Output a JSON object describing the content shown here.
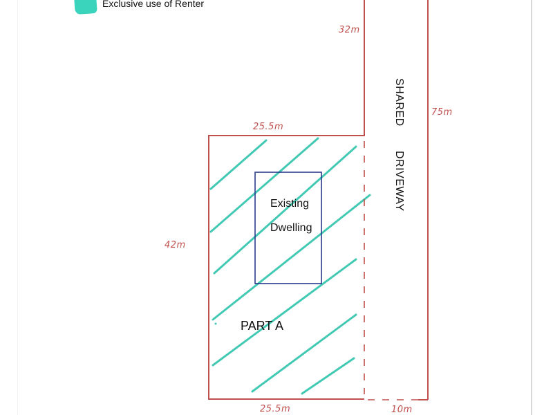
{
  "legend": {
    "swatch_color": "#3ad3bb",
    "label": "Exclusive use of Renter"
  },
  "colors": {
    "boundary": "#c0504d",
    "hatch": "#2ec4ab",
    "dwelling_outline": "#2b3a8c",
    "text": "#111111"
  },
  "dimensions": {
    "driveway_top_left": "32m",
    "driveway_right": "75m",
    "lot_top": "25.5m",
    "lot_left": "42m",
    "lot_bottom": "25.5m",
    "driveway_bottom": "10m"
  },
  "labels": {
    "driveway_line1": "SHARED",
    "driveway_line2": "DRIVEWAY",
    "dwelling_line1": "Existing",
    "dwelling_line2": "Dwelling",
    "part": "PART A"
  }
}
